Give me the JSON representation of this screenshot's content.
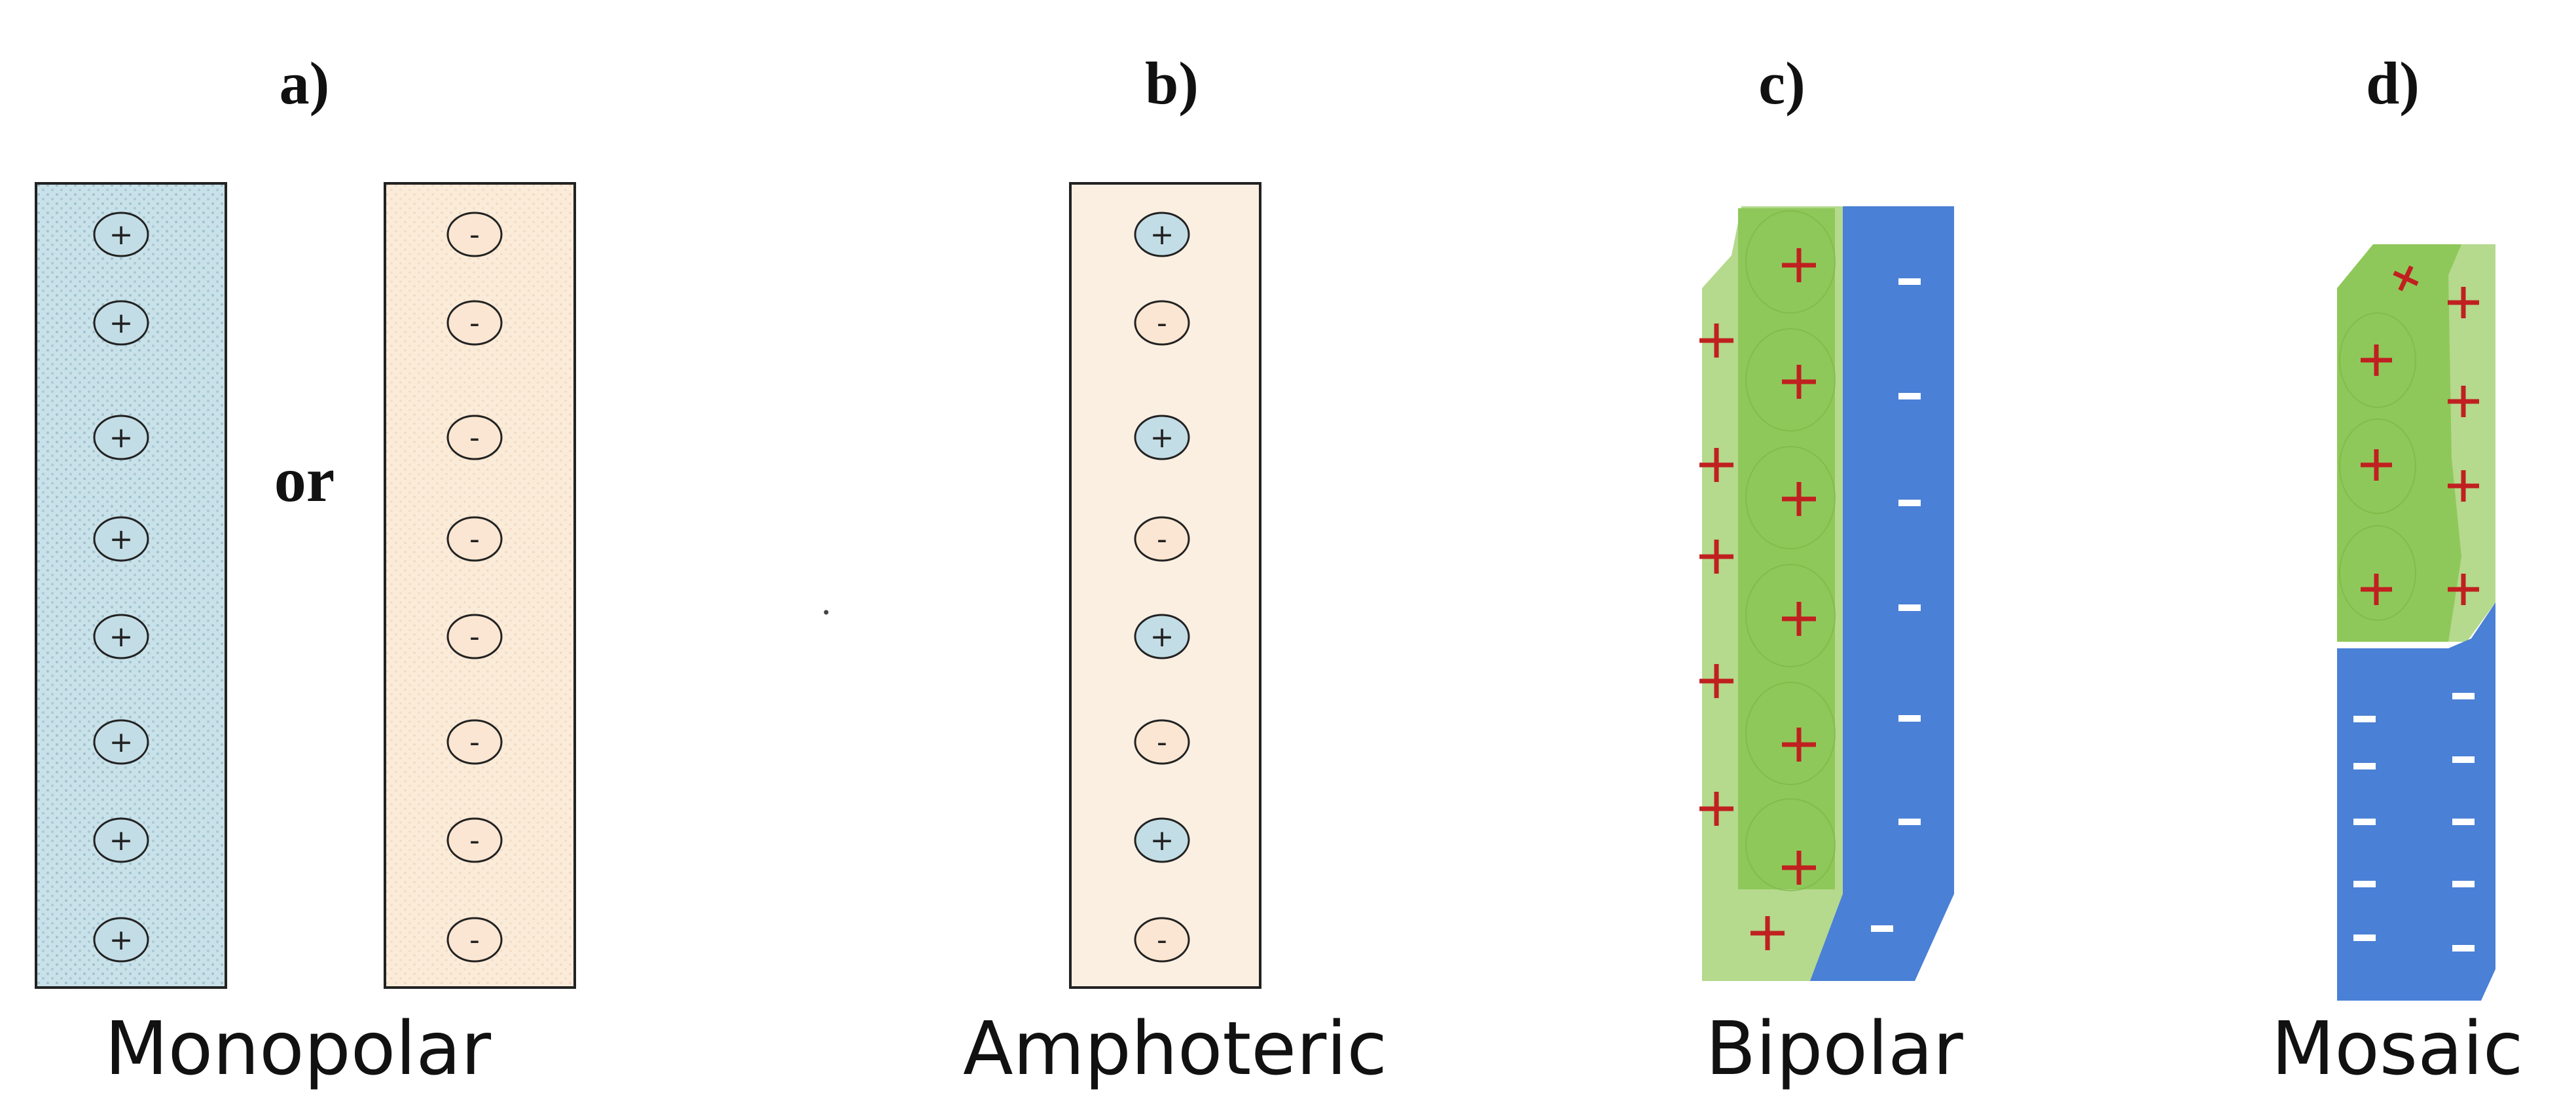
{
  "panels": {
    "a": {
      "label": "a)",
      "connector": "or",
      "caption": "Monopolar"
    },
    "b": {
      "label": "b)",
      "caption": "Amphoteric"
    },
    "c": {
      "label": "c)",
      "caption": "Bipolar"
    },
    "d": {
      "label": "d)",
      "caption": "Mosaic"
    }
  },
  "signs": {
    "positive": "+",
    "negative": "-"
  },
  "colors": {
    "cation_exchange_fill": "#c3dde6",
    "anion_exchange_fill": "#fae6d2",
    "positive_layer_green": "#8fc85a",
    "positive_layer_light_green": "#b5d98d",
    "negative_layer_blue": "#4a80d6",
    "positive_charge_red": "#c02020",
    "negative_charge_white": "#ffffff"
  },
  "membranes": {
    "monopolar_cation": {
      "charges": [
        "+",
        "+",
        "+",
        "+",
        "+",
        "+",
        "+",
        "+"
      ]
    },
    "monopolar_anion": {
      "charges": [
        "-",
        "-",
        "-",
        "-",
        "-",
        "-",
        "-",
        "-"
      ]
    },
    "amphoteric": {
      "charges": [
        "+",
        "-",
        "+",
        "-",
        "+",
        "-",
        "+",
        "-"
      ]
    }
  }
}
